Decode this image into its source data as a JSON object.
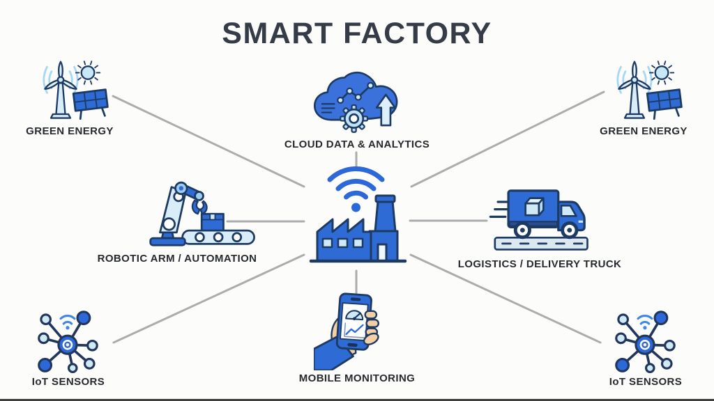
{
  "title": "SMART FACTORY",
  "diagram": {
    "hub": {
      "id": "smart-factory-hub",
      "icon": "factory-with-wifi-signal"
    },
    "nodes": [
      {
        "id": "green-energy-left",
        "label": "GREEN ENERGY",
        "icon": "wind-turbine-sun-solar-panel"
      },
      {
        "id": "cloud-data-analytics",
        "label": "CLOUD DATA & ANALYTICS",
        "icon": "cloud-chart-gear-up-arrow"
      },
      {
        "id": "green-energy-right",
        "label": "GREEN ENERGY",
        "icon": "wind-turbine-sun-solar-panel"
      },
      {
        "id": "robotic-arm",
        "label": "ROBOTIC ARM / AUTOMATION",
        "icon": "robotic-arm-conveyor-box"
      },
      {
        "id": "logistics",
        "label": "LOGISTICS / DELIVERY TRUCK",
        "icon": "delivery-truck-on-road"
      },
      {
        "id": "iot-sensors-left",
        "label": "IoT SENSORS",
        "icon": "sensor-network-wifi"
      },
      {
        "id": "mobile-monitoring",
        "label": "MOBILE MONITORING",
        "icon": "hand-holding-phone-gauge-chart"
      },
      {
        "id": "iot-sensors-right",
        "label": "IoT SENSORS",
        "icon": "sensor-network-wifi"
      }
    ],
    "connections": [
      {
        "from": "green-energy-left",
        "to": "smart-factory-hub"
      },
      {
        "from": "cloud-data-analytics",
        "to": "smart-factory-hub"
      },
      {
        "from": "green-energy-right",
        "to": "smart-factory-hub"
      },
      {
        "from": "robotic-arm",
        "to": "smart-factory-hub"
      },
      {
        "from": "logistics",
        "to": "smart-factory-hub"
      },
      {
        "from": "iot-sensors-left",
        "to": "smart-factory-hub"
      },
      {
        "from": "mobile-monitoring",
        "to": "smart-factory-hub"
      },
      {
        "from": "iot-sensors-right",
        "to": "smart-factory-hub"
      }
    ]
  },
  "colors": {
    "background": "#fcfcfa",
    "title_text": "#363c47",
    "label_text": "#26292e",
    "primary_blue": "#2f6bd5",
    "wifi_blue": "#2d68d8",
    "light_blue": "#cfe9f7",
    "sky_blue": "#bfe3f4",
    "outline_navy": "#1d3a63",
    "connector_gray": "#aaacae",
    "skin_tone": "#f5cfa4",
    "bottom_bar": "#3f3f3f"
  }
}
